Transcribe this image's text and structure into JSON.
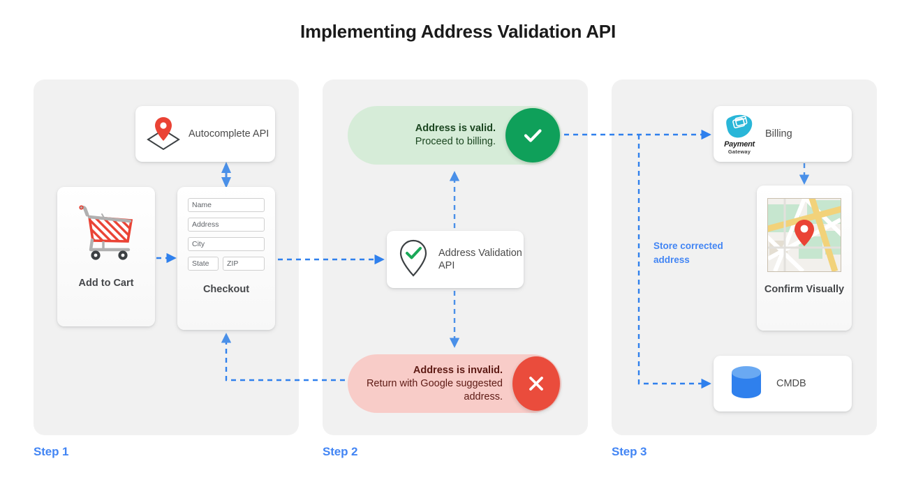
{
  "title": "Implementing Address Validation API",
  "accent_color": "#4285f4",
  "panel_color": "#f1f1f1",
  "steps": [
    {
      "label": "Step 1"
    },
    {
      "label": "Step 2"
    },
    {
      "label": "Step 3"
    }
  ],
  "step1": {
    "autocomplete_card": {
      "icon": "map-pin-envelope-icon",
      "label": "Autocomplete API"
    },
    "add_to_cart_card": {
      "icon": "shopping-cart-icon",
      "caption": "Add to Cart"
    },
    "checkout_card": {
      "caption": "Checkout",
      "fields": [
        {
          "name": "name-field",
          "value": "Name"
        },
        {
          "name": "address-field",
          "value": "Address"
        },
        {
          "name": "city-field",
          "value": "City"
        },
        {
          "name": "state-field",
          "value": "State"
        },
        {
          "name": "zip-field",
          "value": "ZIP"
        }
      ]
    }
  },
  "step2": {
    "valid_pill": {
      "headline": "Address is valid.",
      "subline": "Proceed to billing.",
      "icon": "check-icon",
      "circle_color": "#0fa05a",
      "background": "#d6ecd8"
    },
    "invalid_pill": {
      "headline": "Address is invalid.",
      "subline": "Return with Google suggested address.",
      "icon": "close-x-icon",
      "circle_color": "#ea4c3c",
      "background": "#f8ccc8"
    },
    "validation_card": {
      "icon": "pin-check-icon",
      "label": "Address Validation API"
    }
  },
  "step3": {
    "billing_card": {
      "icon": "payment-gateway-logo-icon",
      "logo_word": "Payment",
      "logo_sub": "Gateway",
      "label": "Billing"
    },
    "confirm_card": {
      "icon": "map-thumbnail-icon",
      "caption": "Confirm Visually"
    },
    "cmdb_card": {
      "icon": "database-icon",
      "label": "CMDB"
    },
    "store_note": "Store corrected address"
  }
}
